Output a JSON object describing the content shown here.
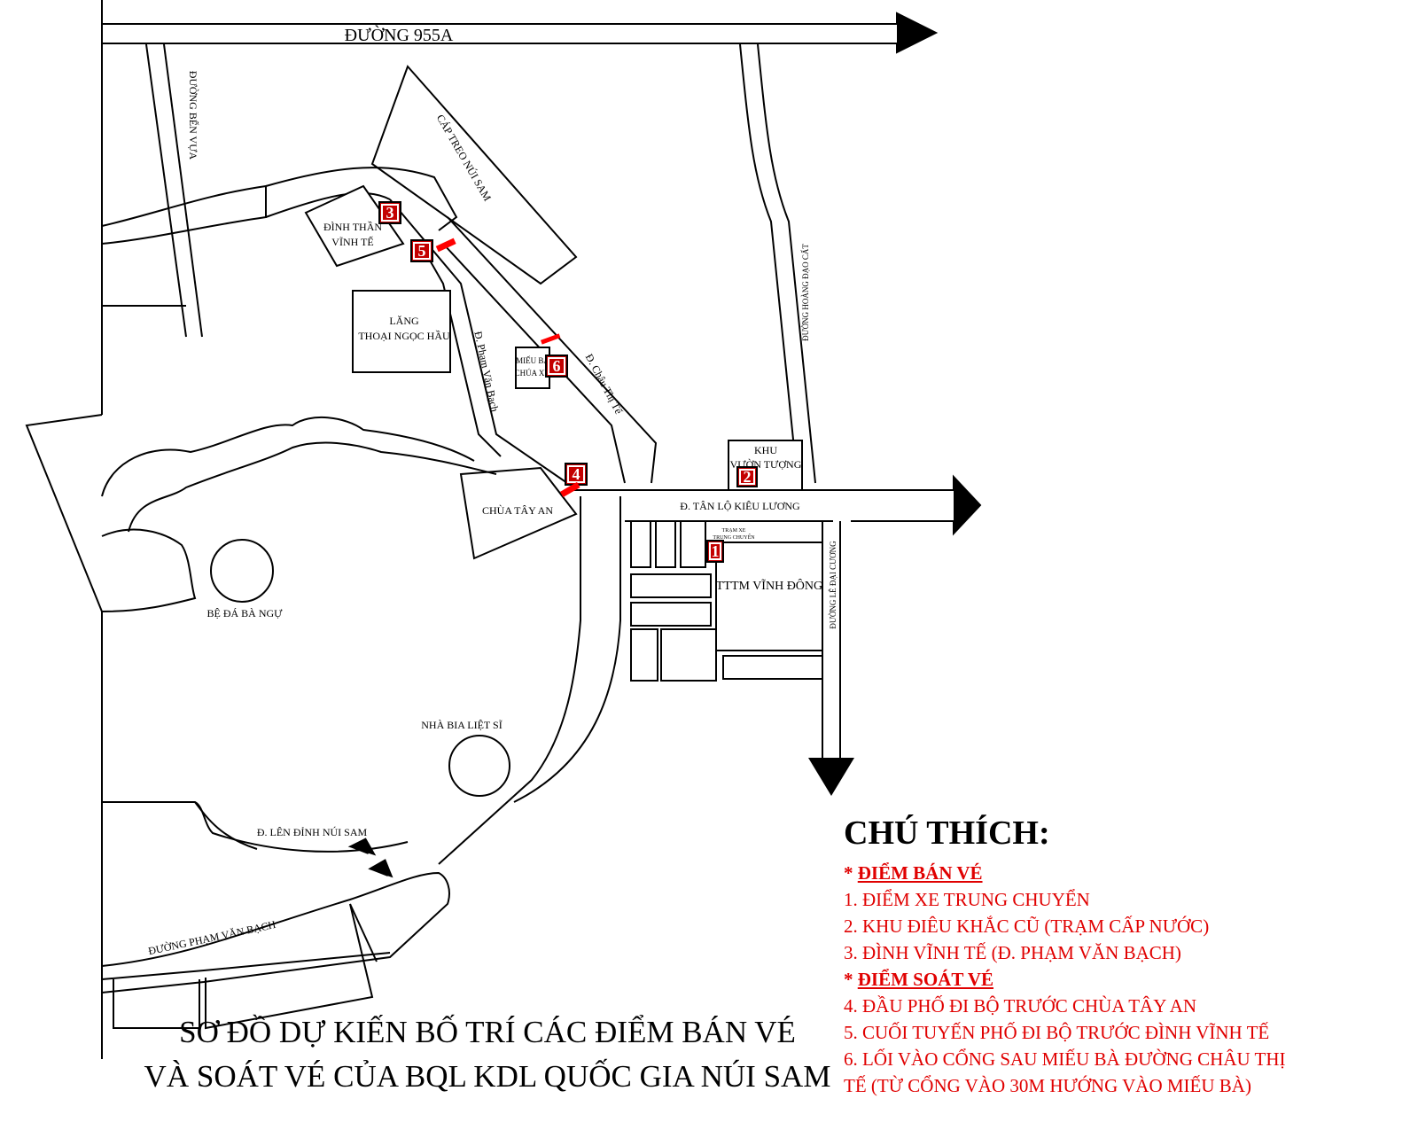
{
  "title": {
    "line1": "SƠ ĐỒ DỰ KIẾN BỐ TRÍ CÁC ĐIỂM BÁN VÉ",
    "line2": "VÀ SOÁT VÉ CỦA BQL KDL QUỐC GIA NÚI SAM"
  },
  "roads": {
    "duong_955a": "ĐƯỜNG 955A",
    "ben_vua": "ĐƯỜNG BẾN VỰA",
    "cap_treo": "CÁP TREO NÚI SAM",
    "hoang_dao_cat": "ĐƯỜNG HOÀNG ĐẠO CẤT",
    "pham_van_bach_upper": "Đ. Phạm Văn Bạch",
    "chau_thi_te": "Đ. Châu Thị Tế",
    "tan_lo_kieu_luong": "Đ. TÂN LỘ KIÊU LƯƠNG",
    "le_dai_cuong": "ĐƯỜNG LÊ ĐẠI CƯƠNG",
    "len_dinh_nui_sam": "Đ. LÊN ĐỈNH NÚI SAM",
    "pham_van_bach_lower": "ĐƯỜNG PHẠM VĂN BẠCH"
  },
  "places": {
    "dinh_than_line1": "ĐÌNH THẦN",
    "dinh_than_line2": "VĨNH TẾ",
    "lang_line1": "LĂNG",
    "lang_line2": "THOẠI NGỌC HẦU",
    "mieu_ba_line1": "MIẾU BÀ",
    "mieu_ba_line2": "CHÚA XỨ",
    "khu_line1": "KHU",
    "khu_line2": "VƯỜN TƯỢNG",
    "chua_tay_an": "CHÙA TÂY AN",
    "tram_xe_line1": "TRẠM XE",
    "tram_xe_line2": "TRUNG CHUYỂN",
    "tttm": "TTTM VĨNH ĐÔNG",
    "be_da": "BỆ ĐÁ BÀ NGỰ",
    "nha_bia": "NHÀ BIA LIỆT SĨ"
  },
  "markers": [
    "1",
    "2",
    "3",
    "4",
    "5",
    "6"
  ],
  "legend": {
    "title": "CHÚ THÍCH:",
    "sale_star": "*",
    "sale_heading": "ĐIỂM BÁN VÉ",
    "sale_items": [
      "1. ĐIỂM XE TRUNG CHUYỂN",
      "2. KHU ĐIÊU KHẮC CŨ (TRẠM CẤP NƯỚC)",
      "3. ĐÌNH VĨNH TẾ (Đ. PHẠM VĂN BẠCH)"
    ],
    "check_star": "*",
    "check_heading": "ĐIỂM SOÁT VÉ",
    "check_items": [
      "4. ĐẦU PHỐ ĐI BỘ TRƯỚC CHÙA TÂY AN",
      "5. CUỐI TUYẾN PHỐ ĐI BỘ TRƯỚC ĐÌNH VĨNH TẾ",
      "6. LỐI VÀO CỔNG SAU MIẾU BÀ ĐƯỜNG CHÂU THỊ",
      "TẾ (TỪ CỔNG VÀO 30M HƯỚNG VÀO MIẾU BÀ)"
    ]
  },
  "colors": {
    "marker_fill": "#c40000",
    "checkpoint_bar": "#ff0000",
    "legend_text": "#e00000"
  }
}
